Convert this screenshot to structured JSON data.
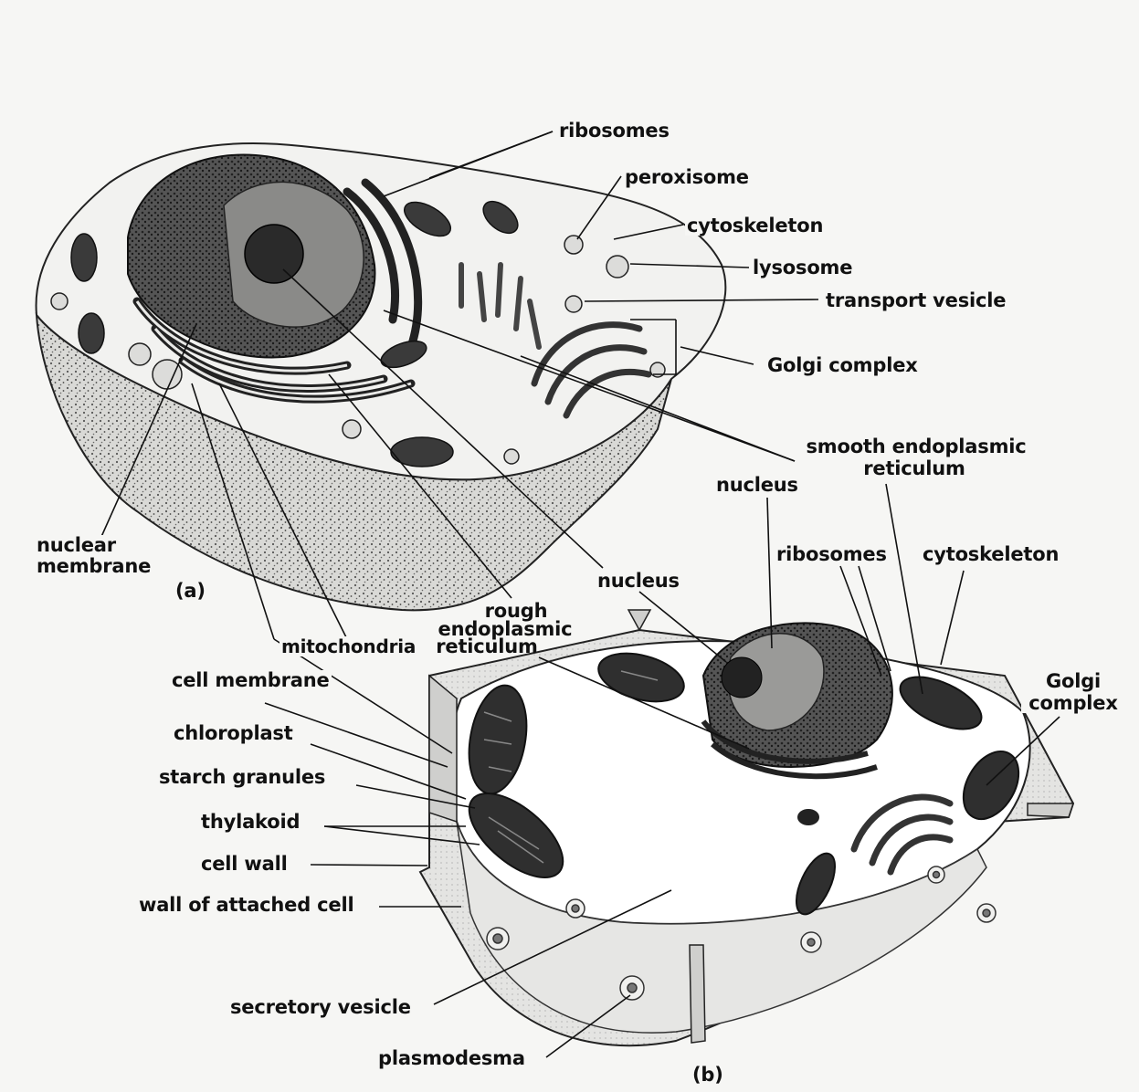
{
  "labels": {
    "ribosomes_top": "ribosomes",
    "peroxisome": "peroxisome",
    "cytoskeleton_top": "cytoskeleton",
    "lysosome": "lysosome",
    "transport_vesicle": "transport vesicle",
    "golgi_top": "Golgi complex",
    "smooth_er_1": "smooth endoplasmic",
    "smooth_er_2": "reticulum",
    "nucleus_b": "nucleus",
    "ribosomes_b": "ribosomes",
    "cytoskeleton_b": "cytoskeleton",
    "golgi_b_1": "Golgi",
    "golgi_b_2": "complex",
    "nuclear_membrane_1": "nuclear",
    "nuclear_membrane_2": "membrane",
    "panel_a": "(a)",
    "nucleus_a": "nucleus",
    "rough_er_1": "rough",
    "rough_er_2": "endoplasmic",
    "rough_er_3": "reticulum",
    "mitochondria": "mitochondria",
    "cell_membrane": "cell membrane",
    "chloroplast": "chloroplast",
    "starch_granules": "starch granules",
    "thylakoid": "thylakoid",
    "cell_wall": "cell wall",
    "wall_attached": "wall of attached cell",
    "secretory_vesicle": "secretory vesicle",
    "plasmodesma": "plasmodesma",
    "panel_b": "(b)"
  }
}
